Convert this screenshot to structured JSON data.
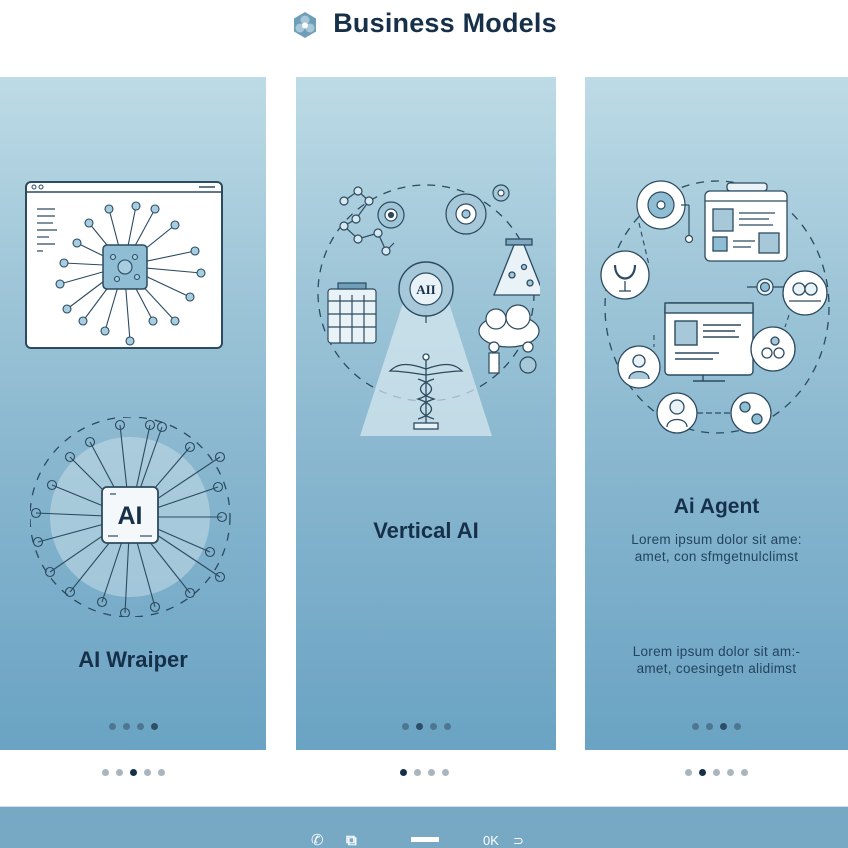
{
  "header": {
    "title": "Business Models",
    "logo_icon": "hexagon-flower-logo-icon"
  },
  "colors": {
    "title": "#17304a",
    "panel_top": "#bddbe6",
    "panel_bottom": "#6aa3c3",
    "bottom_bar": "#77a9c4",
    "dot_active": "#17304a",
    "dot_inactive": "#a9b6bf"
  },
  "panels": [
    {
      "title": "AI Wraiper",
      "illustrations": [
        "browser-window-chip-icon",
        "ai-chip-circuit-icon"
      ],
      "chip_label": "AI",
      "inner_dots": {
        "count": 4,
        "active": 3
      },
      "outer_dots": {
        "count": 5,
        "active": 2
      }
    },
    {
      "title": "Vertical AI",
      "illustrations": [
        "network-gear-icon",
        "gear-target-icon",
        "flask-icon",
        "calendar-grid-icon",
        "ai-dial-icon",
        "cloud-people-icon",
        "caduceus-icon"
      ],
      "dial_label": "AII",
      "inner_dots": {
        "count": 4,
        "active": 1
      },
      "outer_dots": {
        "count": 4,
        "active": 0
      }
    },
    {
      "title": "Ai Agent",
      "body_1": "Lorem ipsum dolor sit ame: amet, con sfmgetnulclimst",
      "body_2": "Lorem ipsum dolor sit am:- amet, coesingetn alidimst",
      "illustrations": [
        "gear-person-icon",
        "profile-window-icon",
        "stand-icon",
        "node-icon",
        "group-icon",
        "monitor-profile-icon",
        "user-icon",
        "molecule-icon",
        "person-icon",
        "gears-icon"
      ],
      "inner_dots": {
        "count": 4,
        "active": 2
      },
      "outer_dots": {
        "count": 5,
        "active": 1
      }
    }
  ],
  "bottom_bar": {
    "items": [
      {
        "name": "phone-icon",
        "glyph": "✆"
      },
      {
        "name": "puzzle-icon",
        "glyph": "⧉"
      },
      {
        "name": "home-bar-indicator",
        "glyph": ""
      },
      {
        "name": "ok-label",
        "glyph": "0K"
      },
      {
        "name": "return-icon",
        "glyph": "⊃"
      }
    ]
  }
}
